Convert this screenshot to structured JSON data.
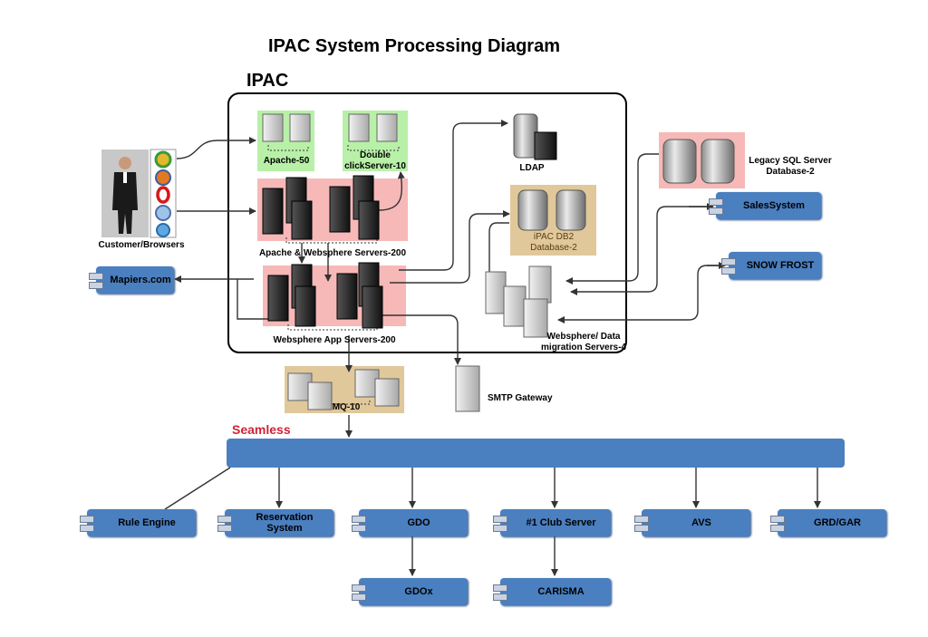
{
  "title": "IPAC System Processing Diagram",
  "boundary_label": "IPAC",
  "bus_label": "Seamless",
  "nodes": {
    "customer": "Customer/Browsers",
    "apache": "Apache-50",
    "doubleclick": "Double clickServer-10",
    "apache_ws": "Apache & Websphere Servers-200",
    "ws_app": "Websphere App Servers-200",
    "ldap": "LDAP",
    "ipac_db2": "iPAC DB2 Database-2",
    "legacy_sql": "Legacy SQL Server Database-2",
    "sales": "SalesSystem",
    "snow": "SNOW FROST",
    "mapiers": "Mapiers.com",
    "ws_data": "Websphere/ Data migration Servers-4",
    "smtp": "SMTP Gateway",
    "mq": "MQ-10"
  },
  "bottom_components": [
    {
      "id": "rule",
      "label": "Rule Engine"
    },
    {
      "id": "reservation",
      "label": "Reservation System"
    },
    {
      "id": "gdo",
      "label": "GDO"
    },
    {
      "id": "club",
      "label": "#1 Club Server"
    },
    {
      "id": "avs",
      "label": "AVS"
    },
    {
      "id": "grd",
      "label": "GRD/GAR"
    },
    {
      "id": "gdox",
      "label": "GDOx"
    },
    {
      "id": "carisma",
      "label": "CARISMA"
    }
  ],
  "colors": {
    "component_blue": "#4a7fc0",
    "zone_green": "#b8f0a8",
    "zone_pink": "#f7b8b8",
    "zone_tan": "#e0c89a",
    "seamless_red": "#d0243a"
  }
}
